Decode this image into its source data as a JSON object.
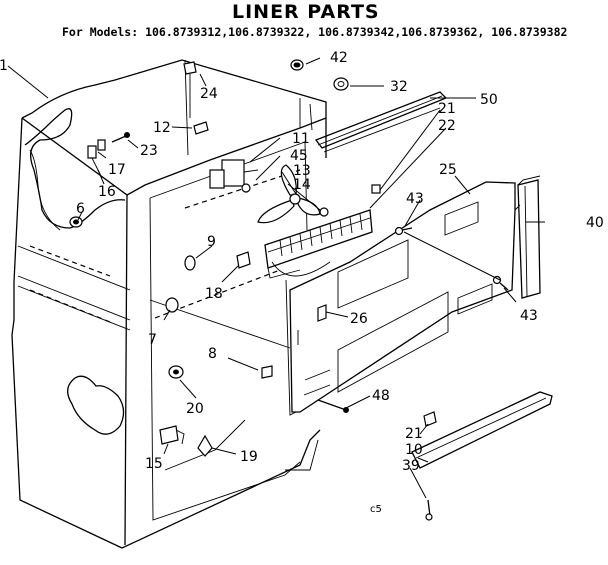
{
  "title": "LINER PARTS",
  "models_line": "For Models: 106.8739312,106.8739322, 106.8739342,106.8739362, 106.8739382",
  "callouts": {
    "c1": "1",
    "c6": "6",
    "c7": "7",
    "c8": "8",
    "c9": "9",
    "c10": "10",
    "c11": "11",
    "c12": "12",
    "c13": "13",
    "c14": "14",
    "c15": "15",
    "c16": "16",
    "c17": "17",
    "c18": "18",
    "c19": "19",
    "c20": "20",
    "c21a": "21",
    "c21b": "21",
    "c22": "22",
    "c23": "23",
    "c24": "24",
    "c25": "25",
    "c26": "26",
    "c32": "32",
    "c39": "39",
    "c40": "40",
    "c42": "42",
    "c43a": "43",
    "c43b": "43",
    "c45": "45",
    "c48": "48",
    "c50": "50",
    "c5": "c5"
  }
}
